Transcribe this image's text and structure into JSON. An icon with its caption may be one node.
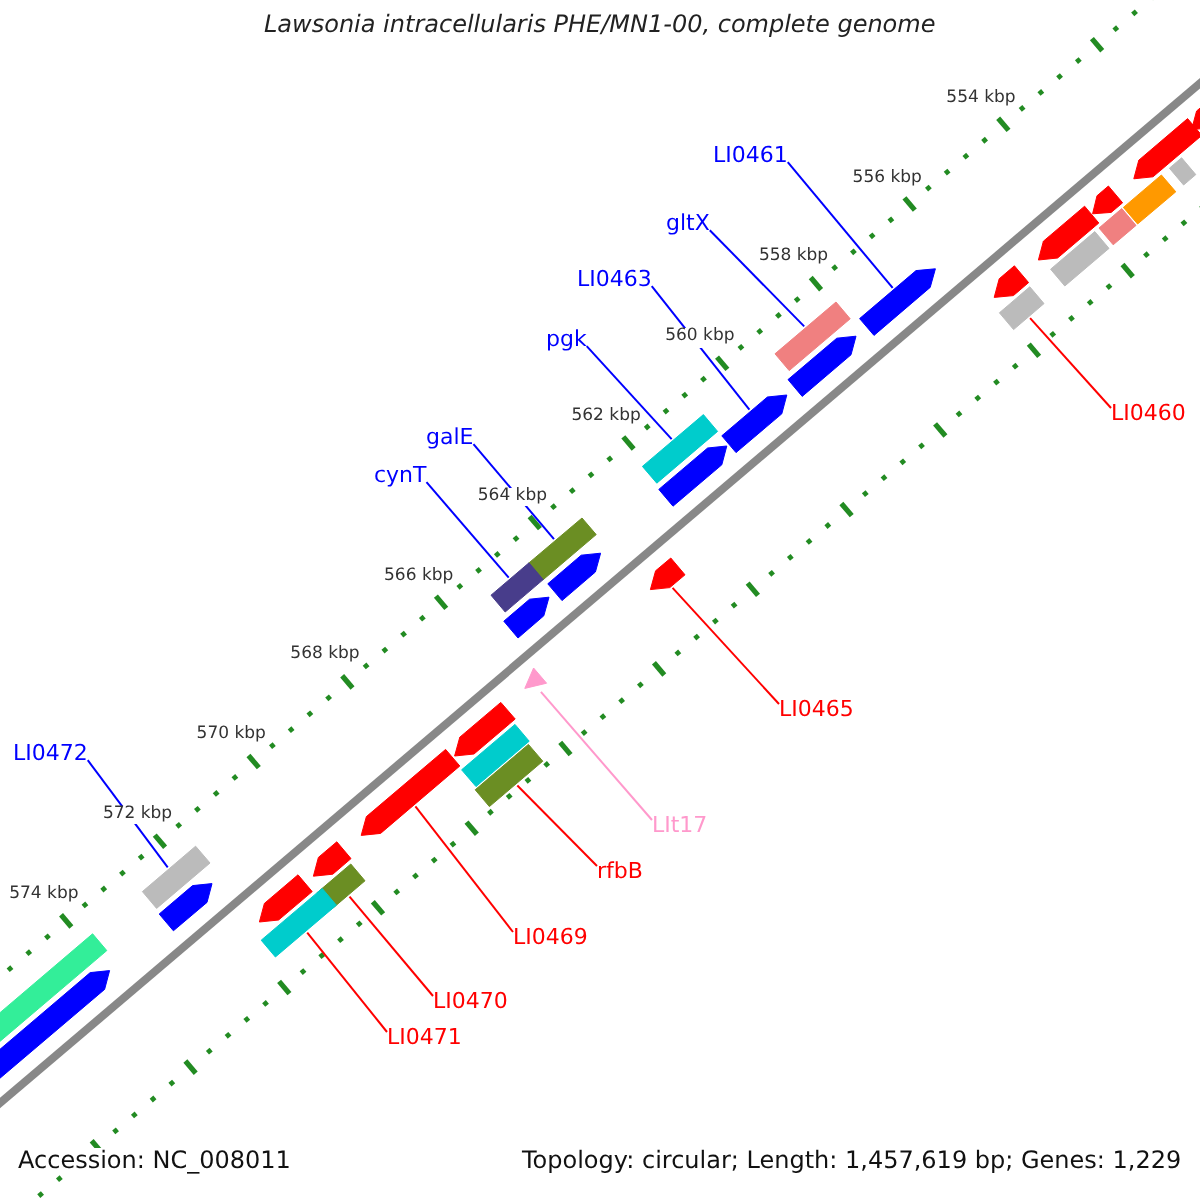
{
  "diagram": {
    "title": "Lawsonia intracellularis PHE/MN1-00, complete genome",
    "nodes": [
      {
        "text": [
          "LI0461"
        ]
      },
      {
        "text": [],
        "shape": "arrow"
      },
      {
        "text": [
          "gltX"
        ]
      },
      {
        "text": [],
        "shape": "box"
      },
      {
        "text": [
          "LI0463"
        ]
      },
      {
        "text": [],
        "shape": "arrow"
      },
      {
        "text": [
          "pgk"
        ]
      },
      {
        "text": [],
        "shape": "box"
      },
      {
        "text": [
          "galE"
        ]
      },
      {
        "text": [],
        "shape": "box"
      },
      {
        "text": [
          "cynT"
        ]
      },
      {
        "text": [],
        "shape": "box"
      },
      {
        "text": [
          "LI0472"
        ]
      },
      {
        "text": [],
        "shape": "box"
      },
      {
        "text": [
          "LI0460"
        ]
      },
      {
        "text": [],
        "shape": "box"
      },
      {
        "text": [
          "LI0465"
        ]
      },
      {
        "text": [],
        "shape": "arrow"
      },
      {
        "text": [
          "LIt17"
        ]
      },
      {
        "text": [],
        "shape": "triangle"
      },
      {
        "text": [
          "rfbB"
        ]
      },
      {
        "text": [],
        "shape": "box"
      },
      {
        "text": [
          "LI0469"
        ]
      },
      {
        "text": [],
        "shape": "arrow"
      },
      {
        "text": [
          "LI0470"
        ]
      },
      {
        "text": [],
        "shape": "box"
      },
      {
        "text": [
          "LI0471"
        ]
      },
      {
        "text": [],
        "shape": "box"
      },
      {
        "text": [],
        "shape": "arrow"
      },
      {
        "text": [],
        "shape": "box"
      },
      {
        "text": [],
        "shape": "arrow"
      },
      {
        "text": [],
        "shape": "box"
      },
      {
        "text": [],
        "shape": "arrow"
      },
      {
        "text": [],
        "shape": "box"
      },
      {
        "text": [],
        "shape": "arrow"
      },
      {
        "text": [],
        "shape": "box"
      },
      {
        "text": [],
        "shape": "arrow"
      },
      {
        "text": [],
        "shape": "arrow"
      },
      {
        "text": [],
        "shape": "arrow"
      },
      {
        "text": [],
        "shape": "arrow"
      },
      {
        "text": [],
        "shape": "arrow"
      },
      {
        "text": [],
        "shape": "arrow"
      },
      {
        "text": [],
        "shape": "box"
      },
      {
        "text": [],
        "shape": "arrow"
      },
      {
        "text": [],
        "shape": "arrow"
      },
      {
        "text": [],
        "shape": "arrow"
      },
      {
        "text": [],
        "shape": "box"
      },
      {
        "text": [],
        "shape": "arrow"
      }
    ],
    "edges": [
      {
        "from": 0,
        "to": 1,
        "arrow": "none"
      },
      {
        "from": 2,
        "to": 3,
        "arrow": "none"
      },
      {
        "from": 4,
        "to": 5,
        "arrow": "none"
      },
      {
        "from": 6,
        "to": 7,
        "arrow": "none"
      },
      {
        "from": 8,
        "to": 9,
        "arrow": "none"
      },
      {
        "from": 10,
        "to": 11,
        "arrow": "none"
      },
      {
        "from": 12,
        "to": 13,
        "arrow": "none"
      },
      {
        "from": 14,
        "to": 15,
        "arrow": "none",
        "color": "#ff0000"
      },
      {
        "from": 16,
        "to": 17,
        "arrow": "none",
        "color": "#ff0000"
      },
      {
        "from": 18,
        "to": 19,
        "arrow": "none",
        "color": "#ff99cc"
      },
      {
        "from": 20,
        "to": 21,
        "arrow": "none",
        "color": "#ff0000"
      },
      {
        "from": 22,
        "to": 23,
        "arrow": "none",
        "color": "#ff0000"
      },
      {
        "from": 24,
        "to": 25,
        "arrow": "none",
        "color": "#ff0000"
      },
      {
        "from": 26,
        "to": 27,
        "arrow": "none",
        "color": "#ff0000"
      }
    ],
    "labels": [
      "554 kbp",
      "556 kbp",
      "558 kbp",
      "560 kbp",
      "562 kbp",
      "564 kbp",
      "566 kbp",
      "568 kbp",
      "570 kbp",
      "572 kbp",
      "574 kbp",
      "Accession: NC_008011",
      "Topology: circular; Length: 1,457,619 bp; Genes: 1,229"
    ]
  }
}
